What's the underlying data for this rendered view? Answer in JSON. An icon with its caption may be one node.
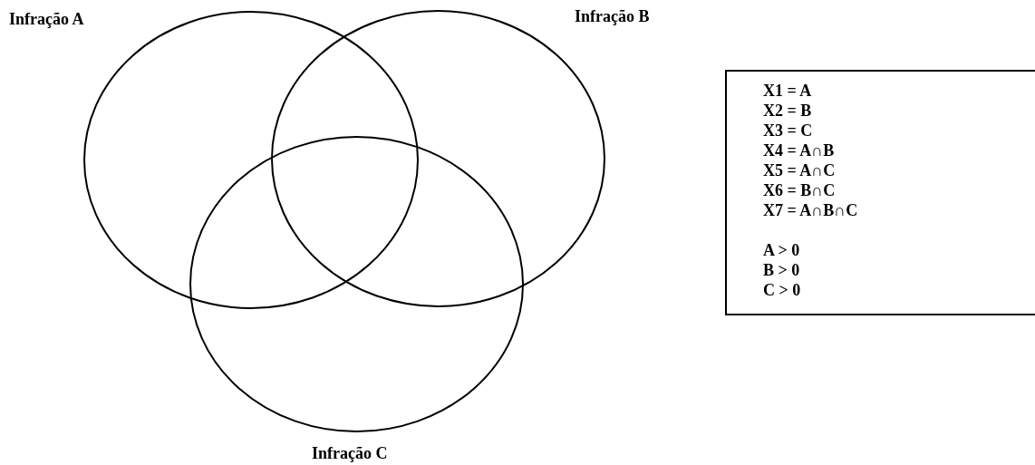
{
  "diagram": {
    "nodes": [
      {
        "text": [
          "Infração A"
        ]
      },
      {
        "text": [
          "Infração B"
        ]
      },
      {
        "text": [
          "Infração C"
        ]
      },
      {
        "text": [
          "X1 = A",
          "X2 = B",
          "X3 = C",
          "X4 = A∩B",
          "X5 = A∩C",
          "X6 = B∩C",
          "X7 = A∩B∩C",
          "A > 0",
          "B > 0",
          "C > 0"
        ]
      }
    ]
  }
}
